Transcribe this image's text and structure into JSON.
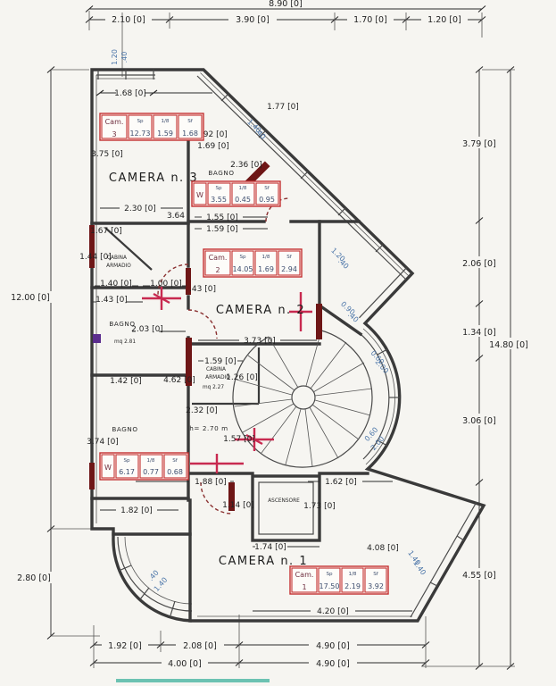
{
  "colors": {
    "paper": "#f6f5f1",
    "ink": "#2a2a2a",
    "wall": "#3a3a3a",
    "table_red": "#c43030",
    "window_blue": "#4a74a8",
    "cross_red": "#c82a50",
    "door_red": "#6e1616",
    "teal": "#4ab5a2",
    "purple": "#5b2d8e"
  },
  "top": {
    "overall": "8.90 [0]",
    "segs": [
      "2.10 [0]",
      "3.90 [0]",
      "1.70 [0]",
      "1.20 [0]"
    ]
  },
  "left": {
    "upper": "12.00 [0]",
    "lower": "2.80 [0]"
  },
  "right": {
    "overall": "14.80 [0]",
    "segs": [
      "3.79 [0]",
      "2.06 [0]",
      "1.34 [0]",
      "3.06 [0]",
      "4.55 [0]"
    ]
  },
  "bottom": {
    "row1": [
      "1.92 [0]",
      "2.08 [0]",
      "4.90 [0]"
    ],
    "row2": [
      "4.00 [0]",
      "4.90 [0]"
    ]
  },
  "rooms": {
    "camera3": "CAMERA n. 3",
    "camera2": "CAMERA n. 2",
    "camera1": "CAMERA n. 1",
    "bagno1": "BAGNO",
    "bagno2": "BAGNO",
    "bagno3": "BAGNO",
    "cabina1a": "CABINA",
    "cabina1b": "ARMADIO",
    "cabina2a": "CABINA",
    "cabina2b": "ARMADIO",
    "mq1": "mq 2.81",
    "mq2": "mq 2.27",
    "lift": "ASCENSORE",
    "hnote": "h= 2.70 m"
  },
  "tables": {
    "h": [
      "Sp",
      "1/8",
      "Sf"
    ],
    "cam3": {
      "l1": "Cam.",
      "l2": "3",
      "v": [
        "12.73",
        "1.59",
        "1.68"
      ]
    },
    "wtop": {
      "l1": "W",
      "v": [
        "3.55",
        "0.45",
        "0.95"
      ]
    },
    "cam2": {
      "l1": "Cam.",
      "l2": "2",
      "v": [
        "14.05",
        "1.69",
        "2.94"
      ]
    },
    "wlow": {
      "l1": "W",
      "v": [
        "6.17",
        "0.77",
        "0.68"
      ]
    },
    "cam1": {
      "l1": "Cam.",
      "l2": "1",
      "v": [
        "17.50",
        "2.19",
        "3.92"
      ]
    }
  },
  "inner": [
    "1.68 [0]",
    "1.77 [0]",
    "3.75 [0]",
    "1.92 [0]",
    "1.69 [0]",
    "2.36 [0]",
    "2.30 [0]",
    "3.64",
    "1.55 [0]",
    "1.59 [0]",
    "1.67 [0]",
    "1.44 [0]",
    "1.40 [0]",
    "1.00 [0]",
    ".43 [0]",
    "1.43 [0]",
    "2.03 [0]",
    "3.73 [0]",
    "1.59 [0]",
    "1.26 [0]",
    "4.62 [0]",
    "1.42 [0]",
    "2.32 [0]",
    "1.57 [0]",
    "1.88 [0]",
    "1.14 [0]",
    "3.74 [0]",
    "1.82 [0]",
    "1.74 [0]",
    "1.73 [0]",
    "1.62 [0]",
    "4.08 [0]",
    "4.20 [0]"
  ],
  "win": [
    [
      "1.20",
      ".40"
    ],
    [
      "1.40",
      ".40"
    ],
    [
      "1.20",
      ".40"
    ],
    [
      "0.90",
      ".40"
    ],
    [
      "0.60",
      "2.00"
    ],
    [
      "0.60",
      "2.00"
    ],
    [
      "1.40",
      "1.40"
    ],
    [
      ".40",
      "1.40"
    ]
  ]
}
